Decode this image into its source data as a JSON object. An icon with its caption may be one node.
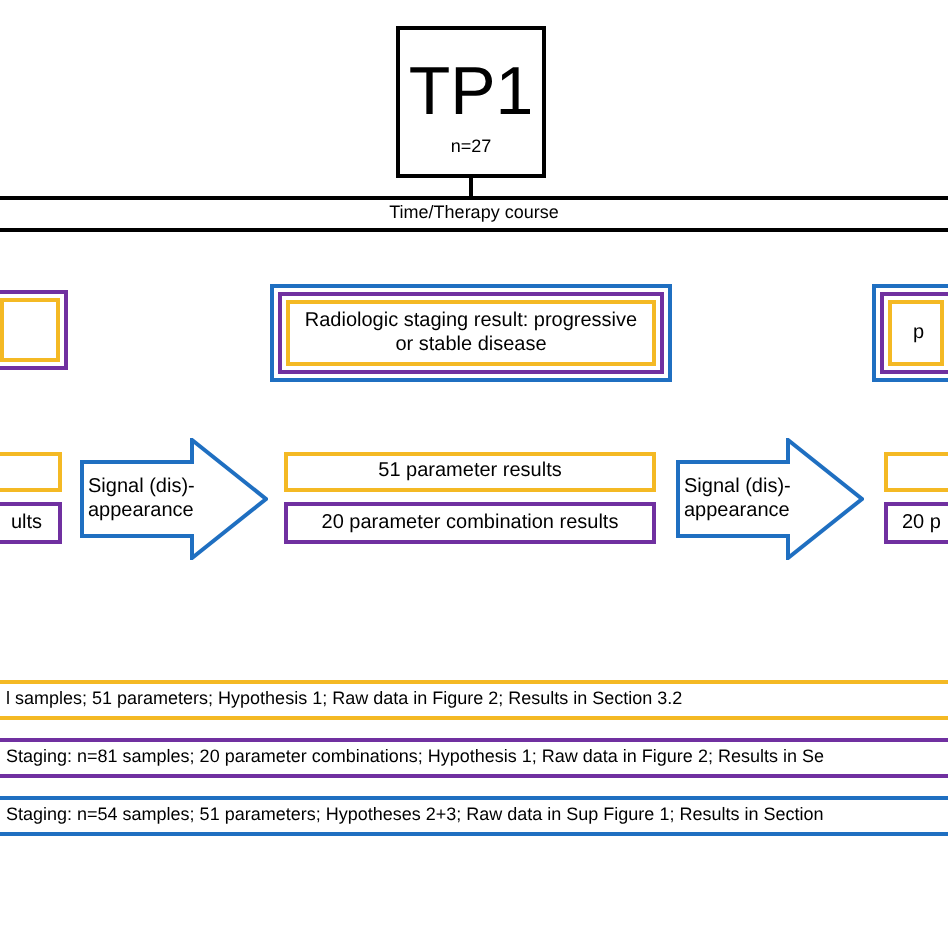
{
  "diagram": {
    "nodes": [
      {
        "text": [
          "TP1",
          "n=27"
        ]
      },
      {
        "text": [
          "Time/Therapy course"
        ]
      },
      {
        "text": [],
        "shape": "box"
      },
      {
        "text": [
          "Radiologic staging result: progressive or stable disease"
        ]
      },
      {
        "text": [
          "p"
        ]
      },
      {
        "text": [],
        "shape": "box"
      },
      {
        "text": [
          "ults"
        ]
      },
      {
        "text": [
          "Signal (dis)- appearance"
        ]
      },
      {
        "text": [
          "51 parameter results"
        ]
      },
      {
        "text": [
          "20 parameter combination results"
        ]
      },
      {
        "text": [
          "Signal (dis)- appearance"
        ]
      },
      {
        "text": [],
        "shape": "box"
      },
      {
        "text": [
          "20 p"
        ]
      },
      {
        "text": [
          "l samples; 51 parameters; Hypothesis 1; Raw data in Figure 2; Results in Section 3.2"
        ]
      },
      {
        "text": [
          "Staging: n=81 samples; 20 parameter combinations; Hypothesis 1; Raw data in Figure 2; Results in Se"
        ]
      },
      {
        "text": [
          "Staging: n=54 samples; 51 parameters; Hypotheses 2+3; Raw data in Sup Figure 1; Results in Section"
        ]
      }
    ],
    "edges": [
      {
        "from": 0,
        "to": 1,
        "arrow": "none"
      }
    ]
  }
}
